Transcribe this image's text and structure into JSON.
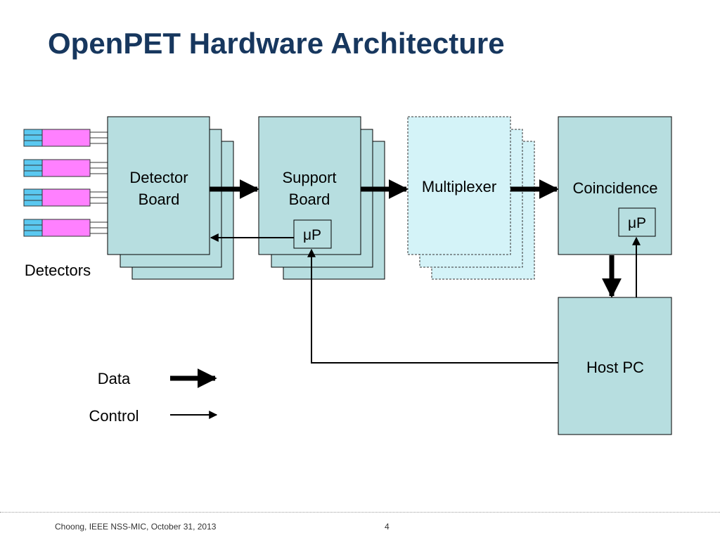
{
  "slide": {
    "title": "OpenPET Hardware Architecture"
  },
  "diagram": {
    "detectors_label": "Detectors",
    "detector_board": [
      "Detector",
      "Board"
    ],
    "support_board": [
      "Support",
      "Board"
    ],
    "multiplexer": "Multiplexer",
    "coincidence": "Coincidence",
    "host_pc": "Host PC",
    "microprocessor": "μP"
  },
  "legend": {
    "data_label": "Data",
    "control_label": "Control"
  },
  "colors": {
    "title": "#17375e",
    "board_fill": "#b7dee0",
    "multiplexer_fill": "#d4f3f8",
    "detector_crystal": "#ff80ff",
    "detector_sensor": "#5ac8f0"
  },
  "footer": {
    "text": "Choong, IEEE NSS-MIC, October 31, 2013",
    "page": "4"
  }
}
